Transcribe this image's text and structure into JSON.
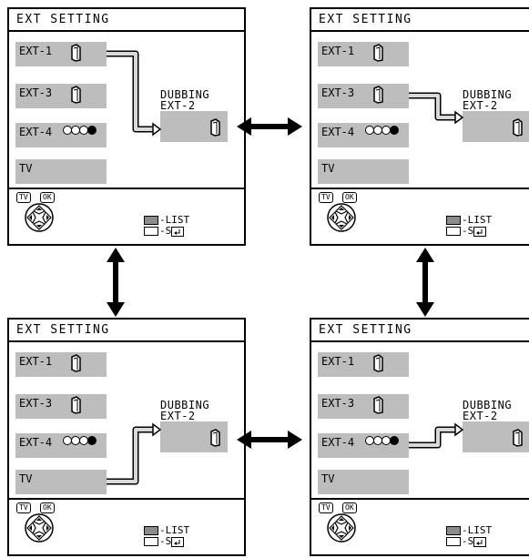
{
  "panels": [
    {
      "title": "EXT SETTING",
      "rows": [
        "EXT-1",
        "EXT-3",
        "EXT-4",
        "TV"
      ],
      "dubbing": "DUBBING",
      "target": "EXT-2",
      "keys": [
        "TV",
        "OK"
      ],
      "legend": [
        "-LIST",
        "-S"
      ],
      "source": "EXT-1"
    },
    {
      "title": "EXT SETTING",
      "rows": [
        "EXT-1",
        "EXT-3",
        "EXT-4",
        "TV"
      ],
      "dubbing": "DUBBING",
      "target": "EXT-2",
      "keys": [
        "TV",
        "OK"
      ],
      "legend": [
        "-LIST",
        "-S"
      ],
      "source": "EXT-3"
    },
    {
      "title": "EXT SETTING",
      "rows": [
        "EXT-1",
        "EXT-3",
        "EXT-4",
        "TV"
      ],
      "dubbing": "DUBBING",
      "target": "EXT-2",
      "keys": [
        "TV",
        "OK"
      ],
      "legend": [
        "-LIST",
        "-S"
      ],
      "source": "TV"
    },
    {
      "title": "EXT SETTING",
      "rows": [
        "EXT-1",
        "EXT-3",
        "EXT-4",
        "TV"
      ],
      "dubbing": "DUBBING",
      "target": "EXT-2",
      "keys": [
        "TV",
        "OK"
      ],
      "legend": [
        "-LIST",
        "-S"
      ],
      "source": "EXT-4"
    }
  ],
  "colors": {
    "bar": "#bdbdbd",
    "list_key": "#8c8c8c"
  },
  "icons": {
    "cassette": "cassette-icon",
    "dots": "input-dots-icon",
    "pad": "direction-pad-icon",
    "input": "input-return-icon",
    "arrow": "double-headed-arrow"
  }
}
